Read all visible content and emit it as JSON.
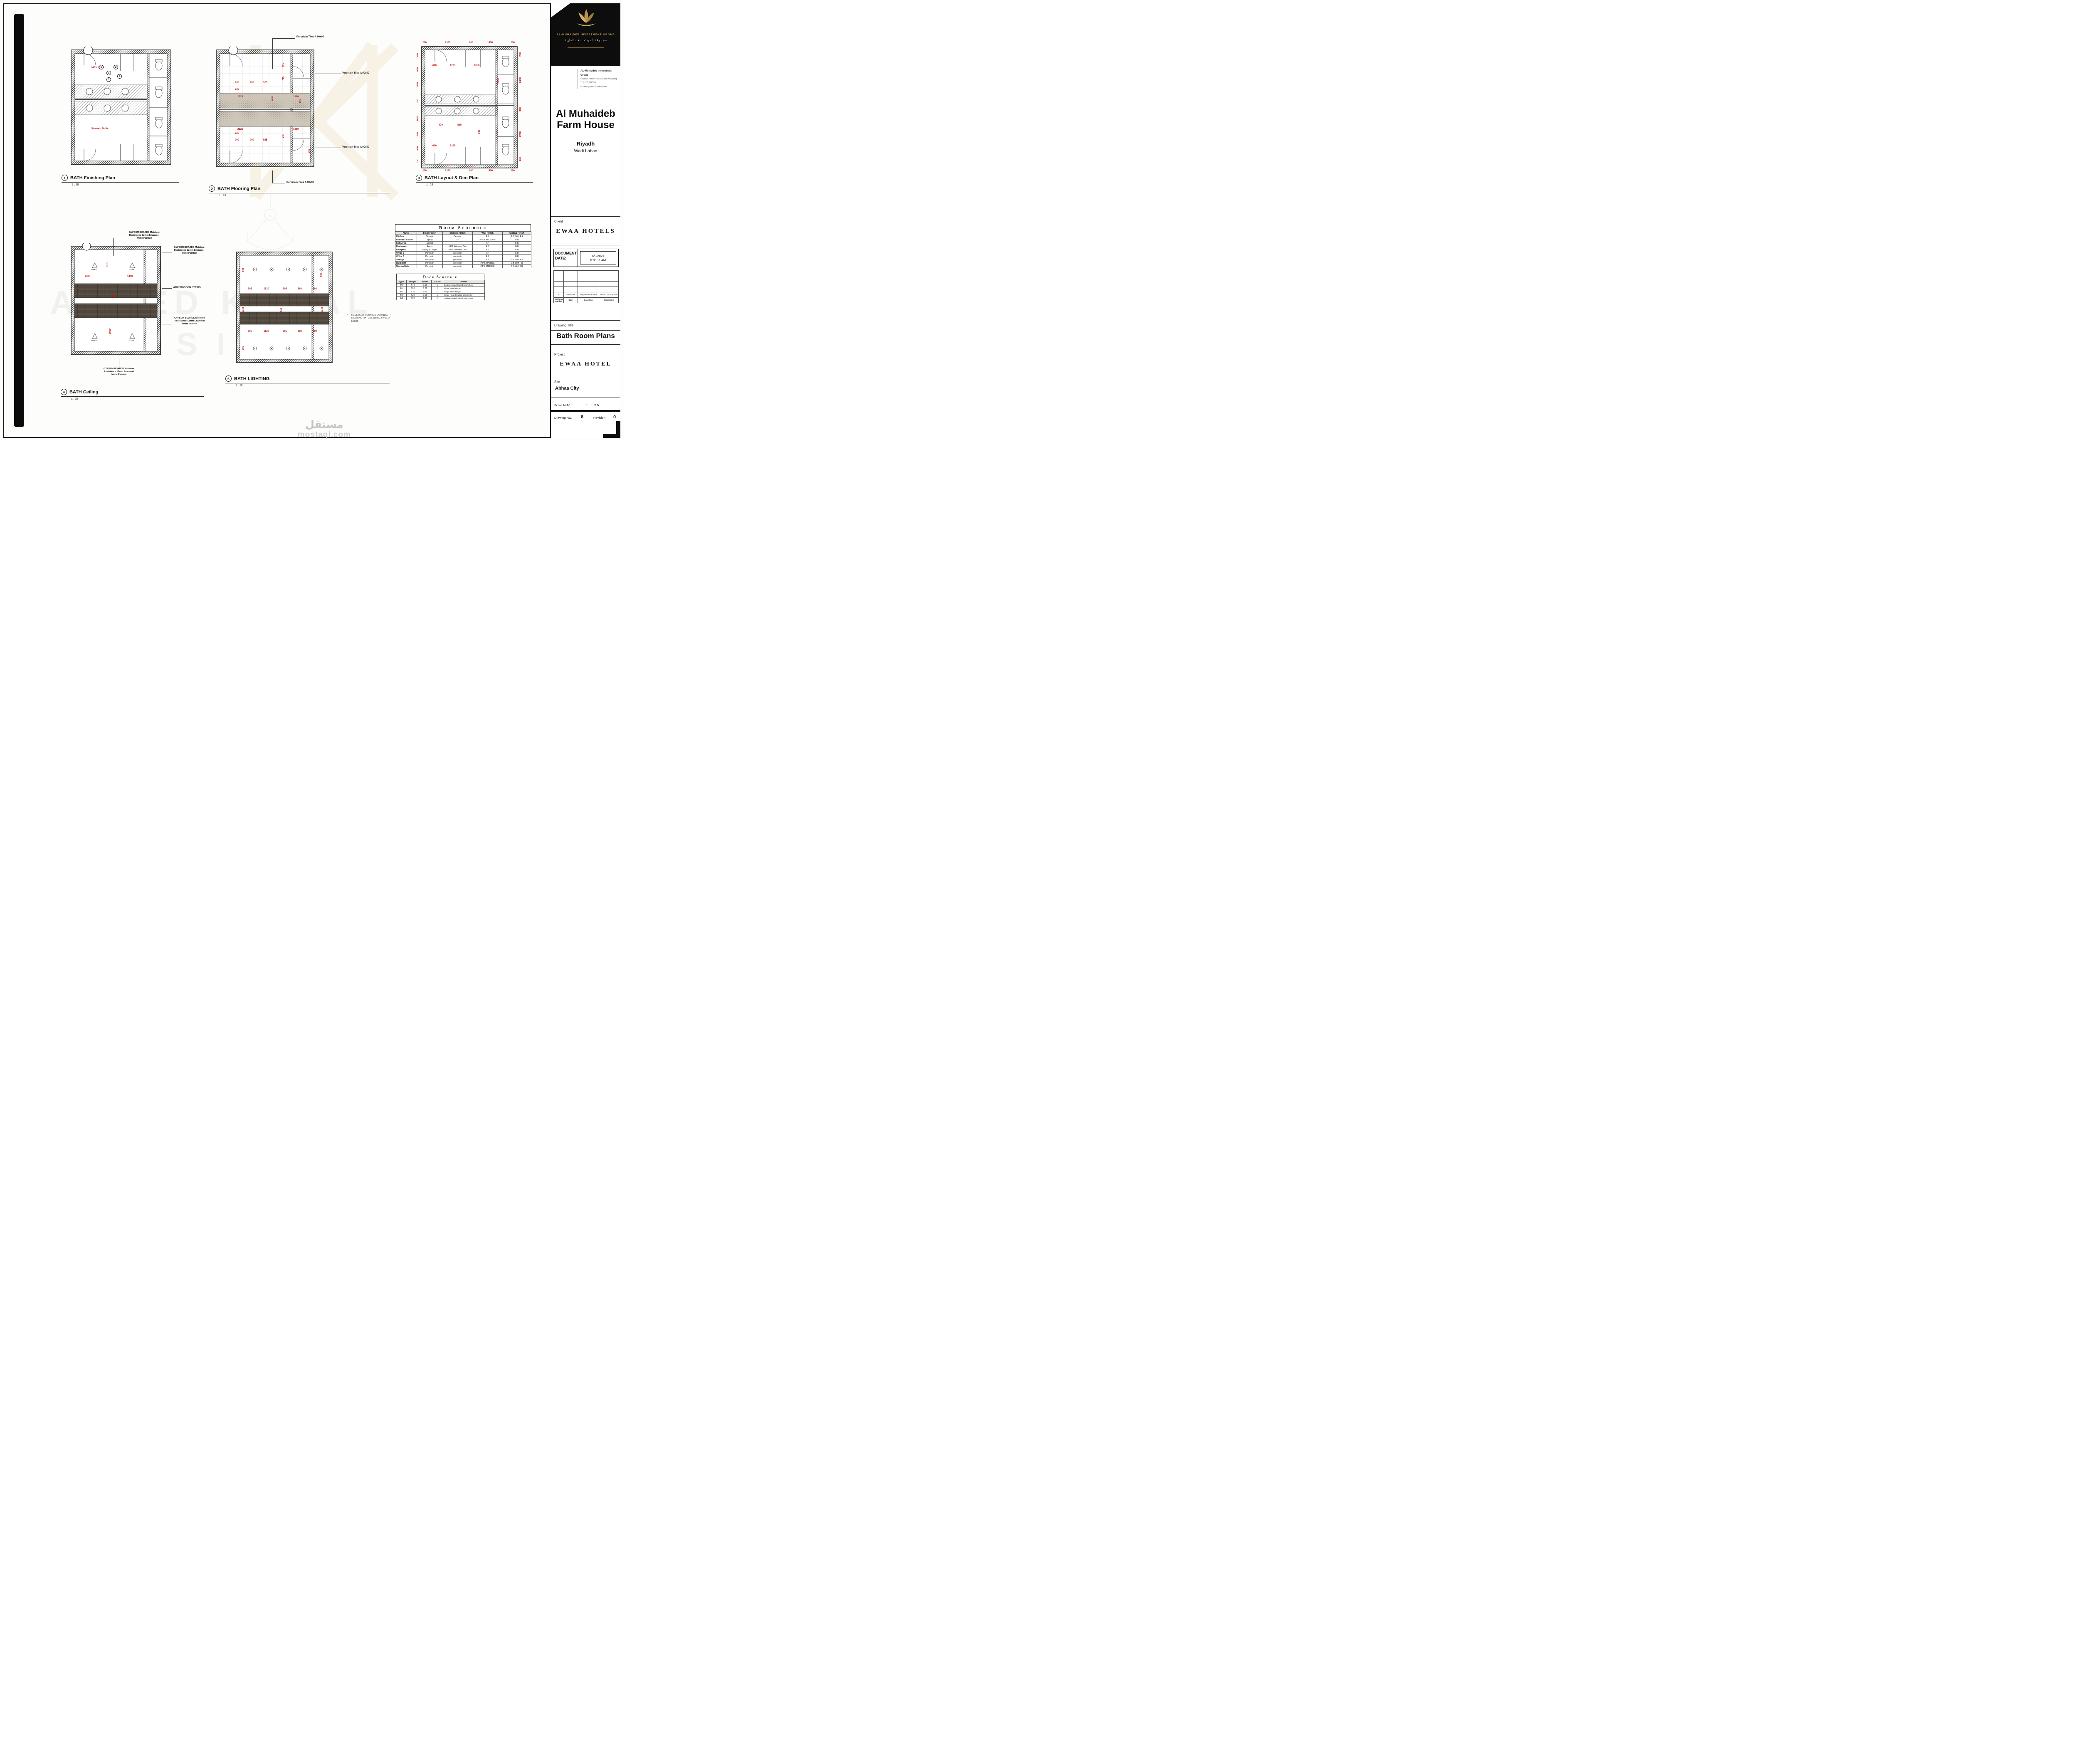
{
  "watermarks": {
    "big_line1": "AHMED KAMAL",
    "big_line2": "DESIGN",
    "site_arabic": "مستقل",
    "site_domain": "mostaql.com"
  },
  "plans": {
    "finishing": {
      "num": "1",
      "title": "BATH Finishing Plan",
      "scale": "1 : 25",
      "men_label": "MEN Bath",
      "women_label": "Women Bath",
      "keynotes": [
        "1",
        "2",
        "3",
        "4",
        "5"
      ]
    },
    "flooring": {
      "num": "2",
      "title": "BATH Flooring Plan",
      "scale": "1 : 25",
      "callouts": [
        "Porcelain Tiles A 90x90",
        "Porcelain Tiles A 90x90",
        "Porcelain Tiles A 90x90",
        "Porcelain Tiles A 90x90"
      ],
      "dims": [
        "900",
        "900",
        "525",
        "725",
        "745",
        "715",
        "2325",
        "650",
        "1360",
        "550",
        "2325",
        "1380",
        "900",
        "900",
        "525",
        "725",
        "735",
        "750"
      ]
    },
    "layout": {
      "num": "3",
      "title": "BATH Layout & Dim Plan",
      "scale": "1 : 25",
      "dims_top": [
        "200",
        "2325",
        "200",
        "1450",
        "250"
      ],
      "dims_bottom": [
        "200",
        "2325",
        "200",
        "1450",
        "250"
      ],
      "dims_left": [
        "500",
        "600",
        "1000",
        "550",
        "1075",
        "1000",
        "550",
        "350"
      ],
      "dims_right": [
        "250",
        "2450",
        "300",
        "2200",
        "940"
      ],
      "dims_inner": [
        "600",
        "1225",
        "1050",
        "1850",
        "470",
        "890",
        "845",
        "705",
        "1225",
        "600"
      ]
    },
    "ceiling": {
      "num": "4",
      "title": "BATH Ceiling",
      "scale": "1 : 25",
      "callouts": [
        "GYPSUM BOARDS Moisture Resistance 12mm Enammel Matte Painted",
        "GYPSUM BOARDS Moisture Resistance 12mm Enammel Matte Painted",
        "GYPSUM BOARDS Moisture Resistance 12mm Enammel Matte Painted",
        "GYPSUM BOARDS Moisture Resistance 12mm Enammel Matte Painted"
      ],
      "wpc_callout": "WPC WOODEN STRIPS",
      "symbol_label": "GYPS",
      "dims": [
        "2325",
        "1450",
        "1075",
        "900",
        "1500"
      ]
    },
    "lighting": {
      "num": "5",
      "title": "BATH LIGHTING",
      "scale": "1 : 25",
      "note_bullet": "*",
      "note": "RECESSED MOUNTED DOWNLIGHT LIGHTING FIXTURE USING 6W LED LIGHT",
      "dims_row1": [
        "605",
        "1120",
        "605",
        "680",
        "680"
      ],
      "dims_row2": [
        "605",
        "1120",
        "605",
        "680",
        "680"
      ],
      "dims_v": [
        "685",
        "605",
        "1035",
        "150",
        "750",
        "1035"
      ]
    }
  },
  "room_schedule": {
    "title": "Room Schedule",
    "headers": [
      "Name",
      "Floor Finish",
      "Skirting Finish",
      "Wall Finish",
      "Ceiling Finish"
    ],
    "rows": [
      [
        "Kitchen",
        "Ceramic",
        "Ceramic",
        "P.P",
        "G.B. With F.R"
      ],
      [
        "Business Center",
        "Epoxy",
        "----",
        "W.P & W.C & P.P",
        "G.B"
      ],
      [
        "Kids Area",
        "Carpet",
        "",
        "P.P",
        "G.B"
      ],
      [
        "Restaurant",
        "Epoxy",
        "MDF Skimmed Oak",
        "P.P",
        "G.B"
      ],
      [
        "Reception",
        "Epoxy & Carpet",
        "MDF Skimmed Oak",
        "P.P",
        "G.B"
      ],
      [
        "Office 1",
        "Porcelain",
        "porcelain",
        "P.P",
        "G.B"
      ],
      [
        "Office 2",
        "Porcelain",
        "porcelain",
        "P.P",
        "G.B"
      ],
      [
        "Storage",
        "Porcelain",
        "porcelain",
        "P.P",
        "G.B. With F.R"
      ],
      [
        "MEN Bath",
        "Porcelain",
        "porcelain",
        "P.P & MARBLE",
        "G.B With F.R"
      ],
      [
        "Women Bath",
        "Porcelain",
        "porcelain",
        "P.P & MARBLE",
        "G.B With F.R"
      ]
    ]
  },
  "door_schedule": {
    "title": "Door Schedule",
    "headers": [
      "Type",
      "Height",
      "Width",
      "Count",
      "Model"
    ],
    "rows": [
      [
        "00",
        "2.40",
        "1.00",
        "1",
        "Double Hinged Glazed 10mm Door"
      ],
      [
        "01",
        "2.20",
        "1.00",
        "1",
        "Single Wood Hinged"
      ],
      [
        "02",
        "2.20",
        "0.90",
        "1",
        "Single Wood Hinged"
      ],
      [
        "03",
        "2.20",
        "1.06",
        "1",
        "Single Hinged Glazed 10mm Door"
      ],
      [
        "04",
        "2.20",
        "0.90",
        "1",
        "Double Hinged Glazed 10mm Door"
      ]
    ]
  },
  "titleblock": {
    "logo_group_en": "AL-MUHAIDEB INVESTMENT GROUP",
    "logo_group_ar": "مجموعة المهيدب الاستثمارية",
    "contact": {
      "company": "AL-Muhaideb Investment Group",
      "address": "Riyadh, Umm Al Hamam Al Sharqi",
      "phone": "T: 9200 00004",
      "email": "E: Info@almuhaidib.com"
    },
    "project_title_1": "Al Muhaideb",
    "project_title_2": "Farm House",
    "city": "Riyadh",
    "district": "Wadi Laban",
    "client_label": "Client",
    "client_name": "EWAA HOTELS",
    "document_label_1": "DOCUMENT",
    "document_label_2": "DATE:",
    "document_date": "6/3/2021",
    "document_time": "8:03:11 AM",
    "revision_rows": [
      [
        "",
        "",
        "",
        ""
      ],
      [
        "",
        "",
        "",
        ""
      ],
      [
        "",
        "",
        "",
        ""
      ],
      [
        "",
        "",
        "",
        ""
      ],
      [
        "8",
        "26/1/2021",
        "Eng.Ahmed Kamal",
        "Issued for approval"
      ]
    ],
    "revision_footer": [
      "Revision Number",
      "Date",
      "Issued by",
      "Description"
    ],
    "drawing_title_label": "Drawing Title",
    "drawing_title": "Bath Room Plans",
    "project_label": "Project",
    "project_name": "EWAA HOTEL",
    "site_label": "Site",
    "site_name": "Abhaa City",
    "scale_label": "Scale At  A0 :",
    "scale_value": "1 : 25",
    "drawing_no_label": "Drawing NO.",
    "drawing_no": "8",
    "revision_label": "Revision",
    "revision_no": "0"
  }
}
